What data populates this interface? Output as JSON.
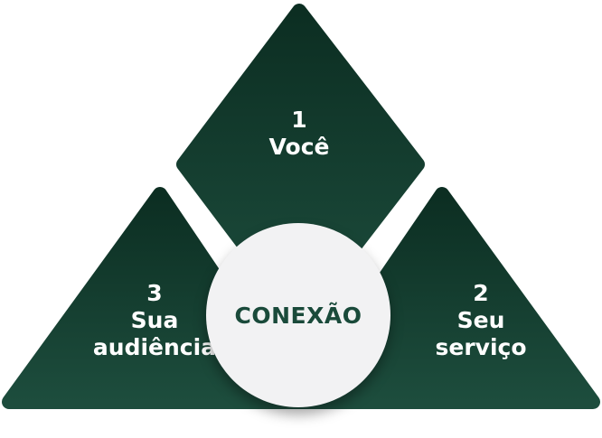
{
  "colors": {
    "shape_dark": "#0c2e22",
    "shape_light": "#1d4d3d",
    "circle": "#f2f2f3",
    "center_text": "#1a4a3a",
    "label_text": "#ffffff"
  },
  "center": {
    "label": "CONEXÃO"
  },
  "segments": [
    {
      "number": "1",
      "label": "Você"
    },
    {
      "number": "2",
      "label_line1": "Seu",
      "label_line2": "serviço"
    },
    {
      "number": "3",
      "label_line1": "Sua",
      "label_line2": "audiência"
    }
  ]
}
